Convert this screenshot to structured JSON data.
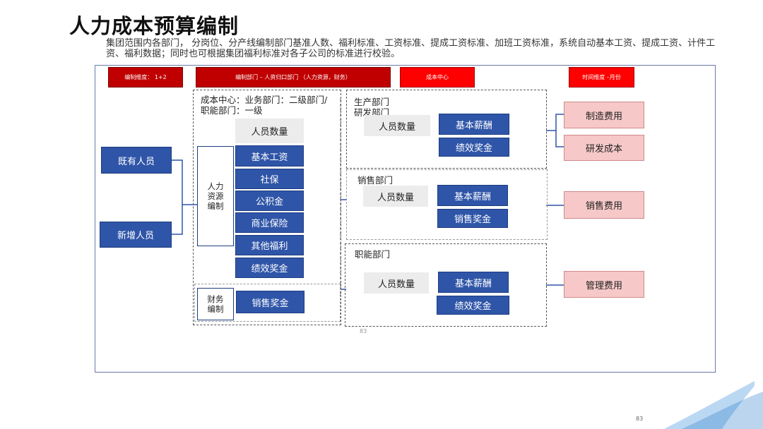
{
  "title": "人力成本预算编制",
  "description": "集团范围内各部门，  分岗位、分产线编制部门基准人数、福利标准、工资标准、提成工资标准、加班工资标准，系统自动基本工资、提成工资、计件工资、福利数据；同时也可根据集团福利标准对各子公司的标准进行校验。",
  "header": {
    "dimension": "编制维度： 1+2",
    "dept": "编制部门 – 人资归口部门 （人力资源，财务）",
    "cost_center": "成本中心",
    "time": "时间维度 –月份"
  },
  "left": {
    "existing": "既有人员",
    "new": "新增人员"
  },
  "middle": {
    "header": "成本中心：业务部门：二级部门/职能部门：一级",
    "hr_label": "人力资源编制",
    "finance_label": "财务编制",
    "items": [
      "人员数量",
      "基本工资",
      "社保",
      "公积金",
      "商业保险",
      "其他福利",
      "绩效奖金"
    ],
    "finance_item": "销售奖金"
  },
  "depts": {
    "production": {
      "title": "生产部门\n研发部门",
      "count": "人员数量",
      "salary": "基本薪酬",
      "bonus": "绩效奖金"
    },
    "sales": {
      "title": "销售部门",
      "count": "人员数量",
      "salary": "基本薪酬",
      "bonus": "销售奖金"
    },
    "functional": {
      "title": "职能部门",
      "count": "人员数量",
      "salary": "基本薪酬",
      "bonus": "绩效奖金"
    }
  },
  "costs": {
    "manufacturing": "制造费用",
    "rnd": "研发成本",
    "selling": "销售费用",
    "admin": "管理费用"
  },
  "page_number_inner": "83",
  "page_number": "83",
  "colors": {
    "accent_blue": "#2f55a8",
    "red": "#c00000",
    "pink": "#f6c8c8"
  }
}
